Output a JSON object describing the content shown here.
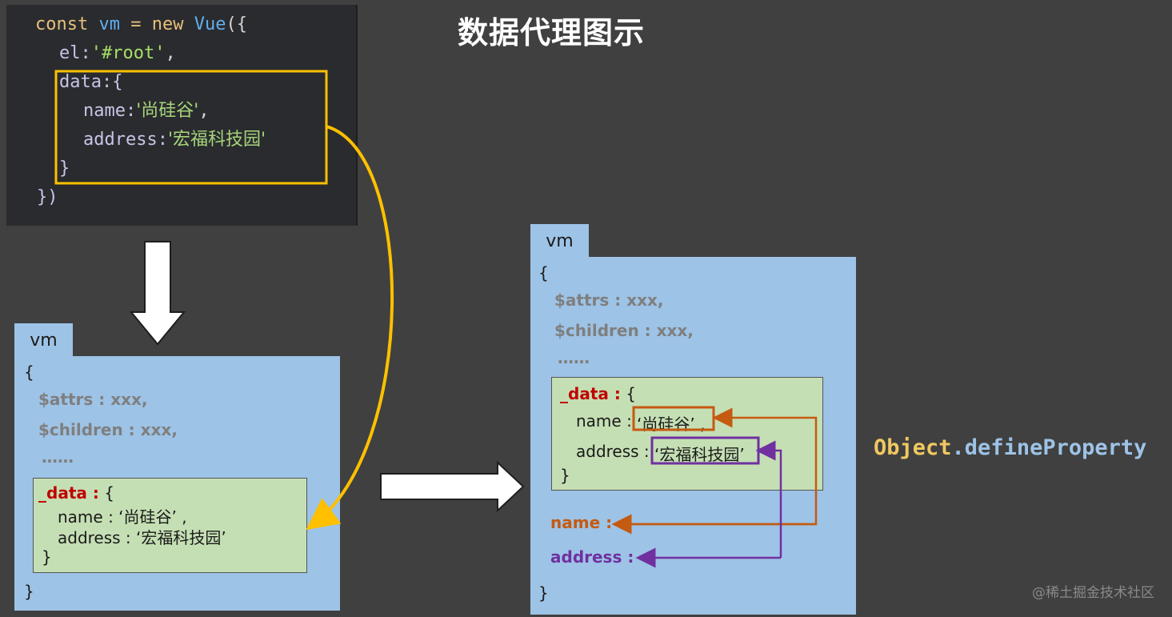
{
  "title": "数据代理图示",
  "code": {
    "l1": {
      "kw": "const",
      "var": "vm",
      "op": "=",
      "kw2": "new",
      "fn": "Vue",
      "punc": "({"
    },
    "l2": {
      "key": "el:",
      "str": "'#root'",
      "punc": ","
    },
    "l3": {
      "key": "data:{"
    },
    "l4": {
      "key": "name:",
      "str": "'尚硅谷'",
      "punc": ","
    },
    "l5": {
      "key": "address:",
      "str": "'宏福科技园'"
    },
    "l6": {
      "key": "}"
    },
    "l7": {
      "key": "})"
    }
  },
  "vm_left": {
    "tab": "vm",
    "open": "{",
    "attrs": "$attrs : xxx,",
    "children": "$children : xxx,",
    "dots": "……",
    "data_key": "_data :",
    "data_open": " {",
    "name_line": "name : ‘尚硅谷’ ,",
    "address_line": "address : ‘宏福科技园’",
    "data_close": "}",
    "close": "}"
  },
  "vm_right": {
    "tab": "vm",
    "open": "{",
    "attrs": "$attrs : xxx,",
    "children": "$children : xxx,",
    "dots": "……",
    "data_key": "_data :",
    "data_open": " {",
    "name_label": "name :",
    "name_value": "‘尚硅谷’ ,",
    "address_label": "address :",
    "address_value": "‘宏福科技园’",
    "data_close": "}",
    "proxy_name": "name :",
    "proxy_address": "address :",
    "close": "}"
  },
  "define_property": {
    "object": "Object",
    "method": ".defineProperty"
  },
  "watermark": "@稀土掘金技术社区",
  "colors": {
    "background": "#404040",
    "box": "#9dc3e6",
    "data_box": "#c5dfb4",
    "yellow": "#ffc000",
    "orange": "#c55a11",
    "purple": "#7030a0"
  }
}
